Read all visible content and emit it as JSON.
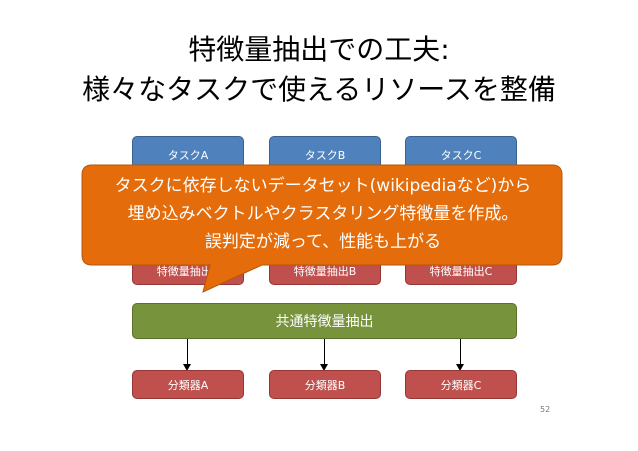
{
  "title": {
    "line1": "特徴量抽出での工夫:",
    "line2": "様々なタスクで使えるリソースを整備"
  },
  "tasks": [
    "タスクA",
    "タスクB",
    "タスクC"
  ],
  "extractors": [
    "特徴量抽出A",
    "特徴量抽出B",
    "特徴量抽出C"
  ],
  "common": "共通特徴量抽出",
  "classifiers": [
    "分類器A",
    "分類器B",
    "分類器C"
  ],
  "callout": {
    "line1": "タスクに依存しないデータセット(wikipediaなど)から",
    "line2": "埋め込みベクトルやクラスタリング特徴量を作成。",
    "line3": "誤判定が減って、性能も上がる"
  },
  "page_number": "52",
  "colors": {
    "task": "#4f81bd",
    "extractor": "#c0504d",
    "common": "#77933c",
    "callout": "#e46c0a"
  }
}
